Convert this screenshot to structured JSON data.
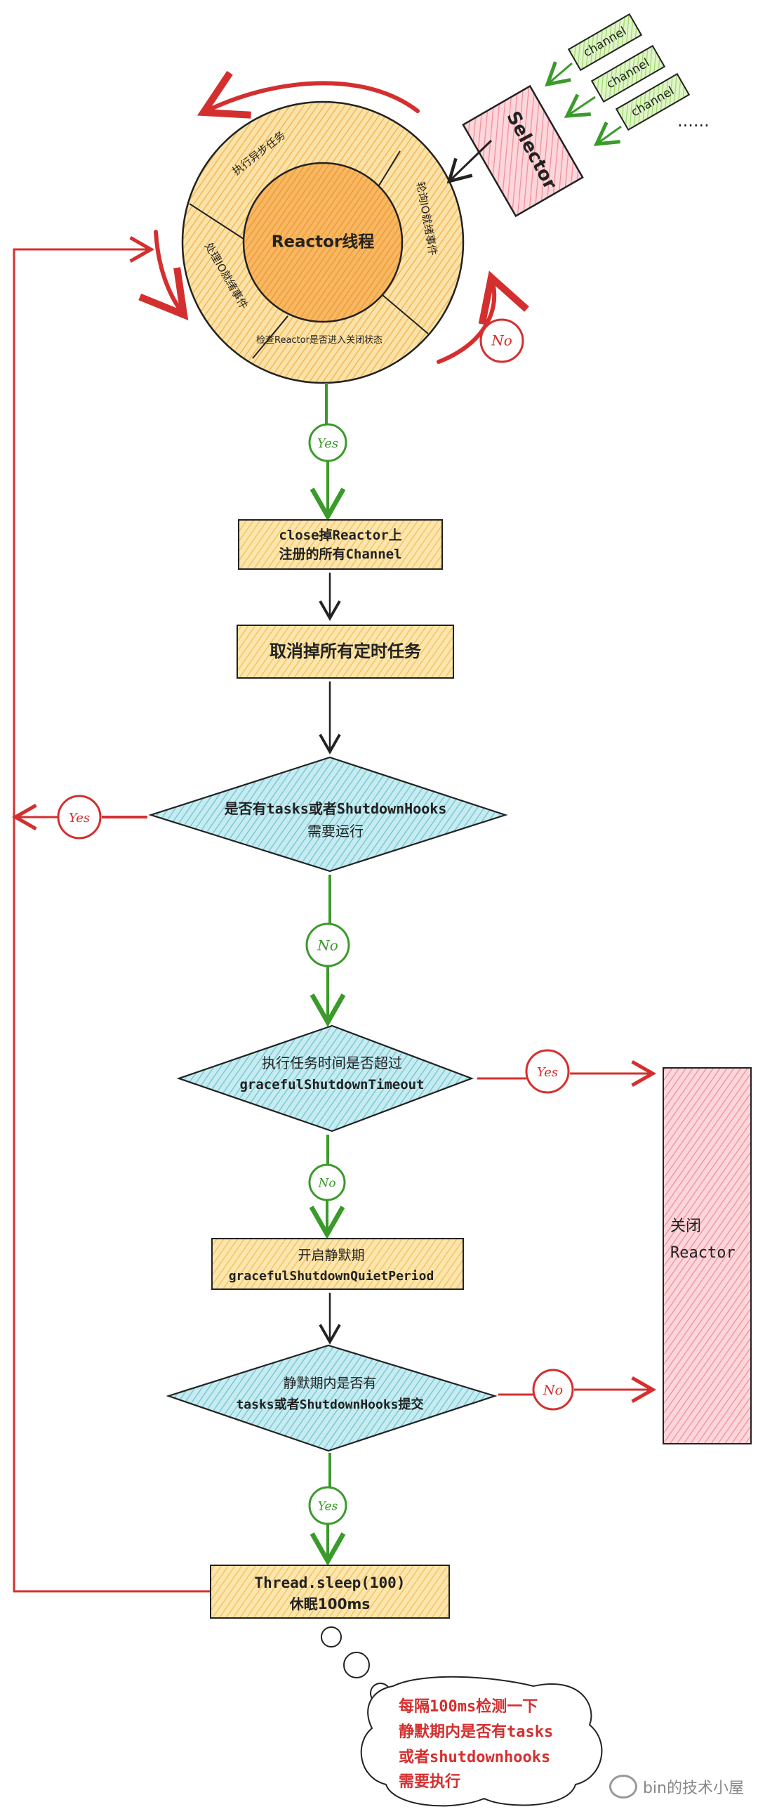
{
  "colors": {
    "red": "#d42f2f",
    "green": "#3a9a2a",
    "black": "#222222",
    "orange_fill": "#f6b24d",
    "ring_fill": "#fbd591",
    "box_fill": "#f9d37a",
    "diamond_fill": "#8fd3dc",
    "pink_fill": "#f4a6ae",
    "channel_fill": "#bfe89a"
  },
  "reactor": {
    "center": "Reactor线程",
    "seg_async": "执行异步任务",
    "seg_poll": "轮询IO就绪事件",
    "seg_handle": "处理IO就绪事件",
    "seg_check": "检查Reactor是否进入关闭状态"
  },
  "selector": {
    "label": "Selector"
  },
  "channels": [
    "channel",
    "channel",
    "channel"
  ],
  "channels_more": "......",
  "branch_labels": {
    "no_top": "No",
    "yes_top": "Yes",
    "yes_left": "Yes",
    "no_mid": "No",
    "yes_right": "Yes",
    "no_lower": "No",
    "no_right": "No",
    "yes_bottom": "Yes"
  },
  "steps": {
    "close_channels_l1": "close掉Reactor上",
    "close_channels_l2": "注册的所有Channel",
    "cancel_tasks": "取消掉所有定时任务",
    "decision_tasks_l1": "是否有tasks或者ShutdownHooks",
    "decision_tasks_l2": "需要运行",
    "decision_timeout_l1": "执行任务时间是否超过",
    "decision_timeout_l2": "gracefulShutdownTimeout",
    "quiet_period_l1": "开启静默期",
    "quiet_period_l2": "gracefulShutdownQuietPeriod",
    "decision_quiet_l1": "静默期内是否有",
    "decision_quiet_l2": "tasks或者ShutdownHooks提交",
    "sleep_l1": "Thread.sleep(100)",
    "sleep_l2": "休眠100ms"
  },
  "close_reactor": {
    "l1": "关闭",
    "l2": "Reactor"
  },
  "note": {
    "l1": "每隔100ms检测一下",
    "l2": "静默期内是否有tasks",
    "l3": "或者shutdownhooks",
    "l4": "需要执行"
  },
  "watermark": "bin的技术小屋"
}
